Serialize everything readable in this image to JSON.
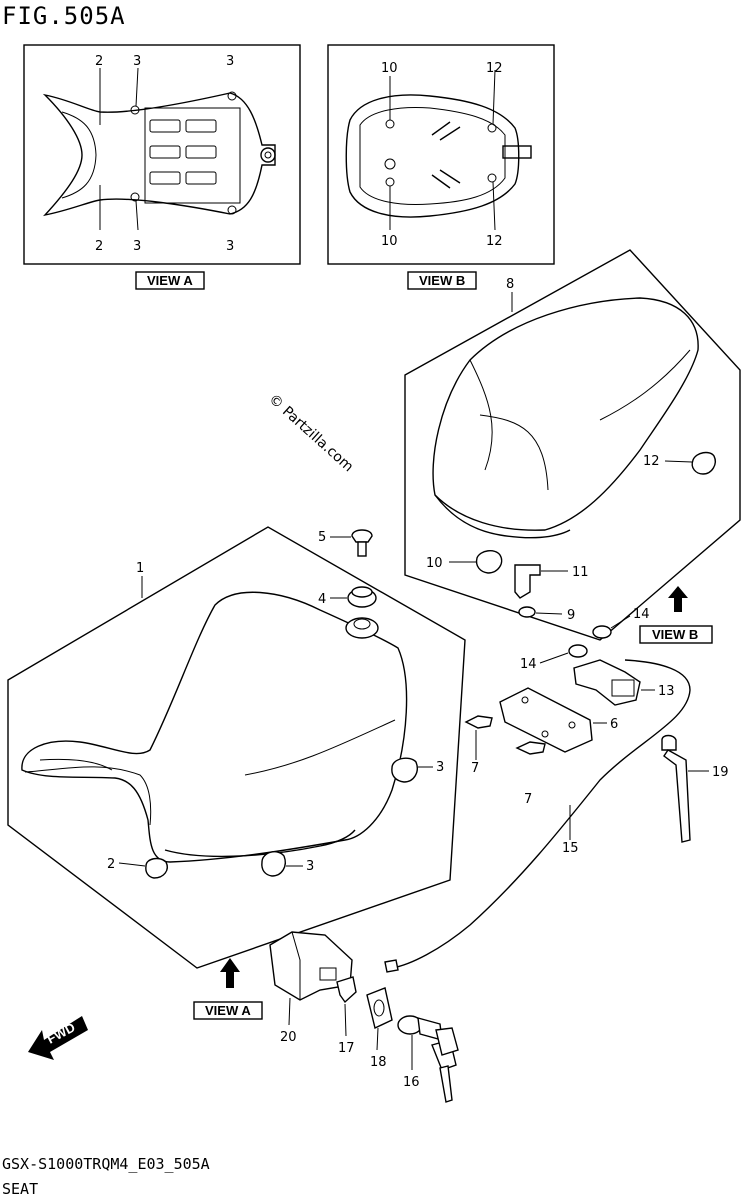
{
  "figure": {
    "title": "FIG.505A",
    "model_code": "GSX-S1000TRQM4_E03_505A",
    "name": "SEAT"
  },
  "watermark": "© Partzilla.com",
  "fwd_arrow_label": "FWD",
  "views": {
    "view_a": "VIEW A",
    "view_b": "VIEW B"
  },
  "inset_a_callouts": [
    "2",
    "3",
    "3",
    "2",
    "3",
    "3"
  ],
  "inset_b_callouts": [
    "10",
    "12",
    "10",
    "12"
  ],
  "part_callouts": {
    "p1": "1",
    "p2": "2",
    "p3a": "3",
    "p3b": "3",
    "p4": "4",
    "p5": "5",
    "p6": "6",
    "p7a": "7",
    "p7b": "7",
    "p8": "8",
    "p9": "9",
    "p10": "10",
    "p11": "11",
    "p12": "12",
    "p13": "13",
    "p14a": "14",
    "p14b": "14",
    "p15": "15",
    "p16": "16",
    "p17": "17",
    "p18": "18",
    "p19": "19",
    "p20": "20"
  }
}
